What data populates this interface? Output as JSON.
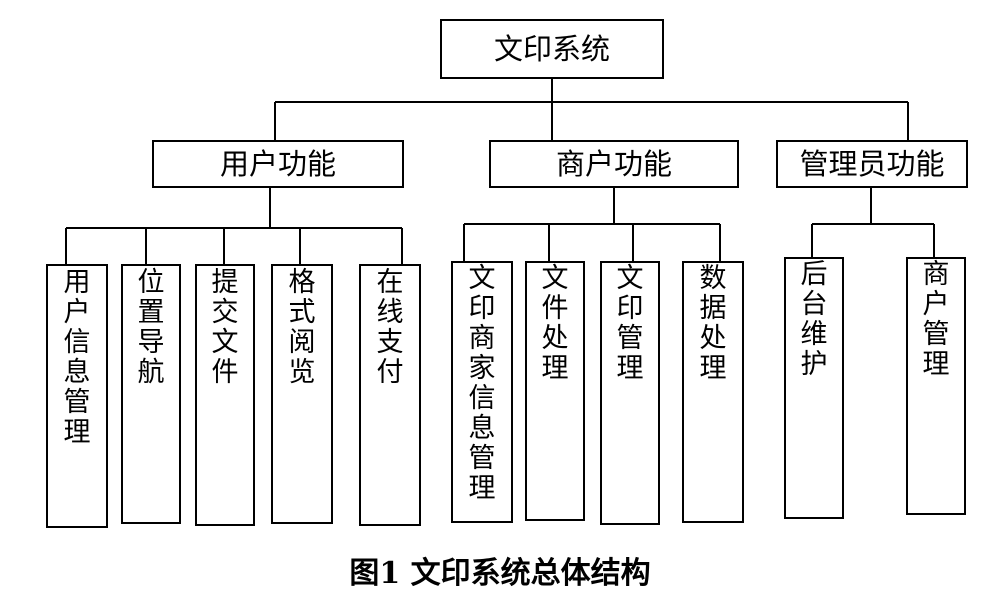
{
  "root": {
    "label": "文印系统"
  },
  "categories": [
    {
      "label": "用户功能",
      "children": [
        "用户信息管理",
        "位置导航",
        "提交文件",
        "格式阅览",
        "在线支付"
      ]
    },
    {
      "label": "商户功能",
      "children": [
        "文印商家信息管理",
        "文件处理",
        "文印管理",
        "数据处理"
      ]
    },
    {
      "label": "管理员功能",
      "children": [
        "后台维护",
        "商户管理"
      ]
    }
  ],
  "caption": "图1 文印系统总体结构"
}
